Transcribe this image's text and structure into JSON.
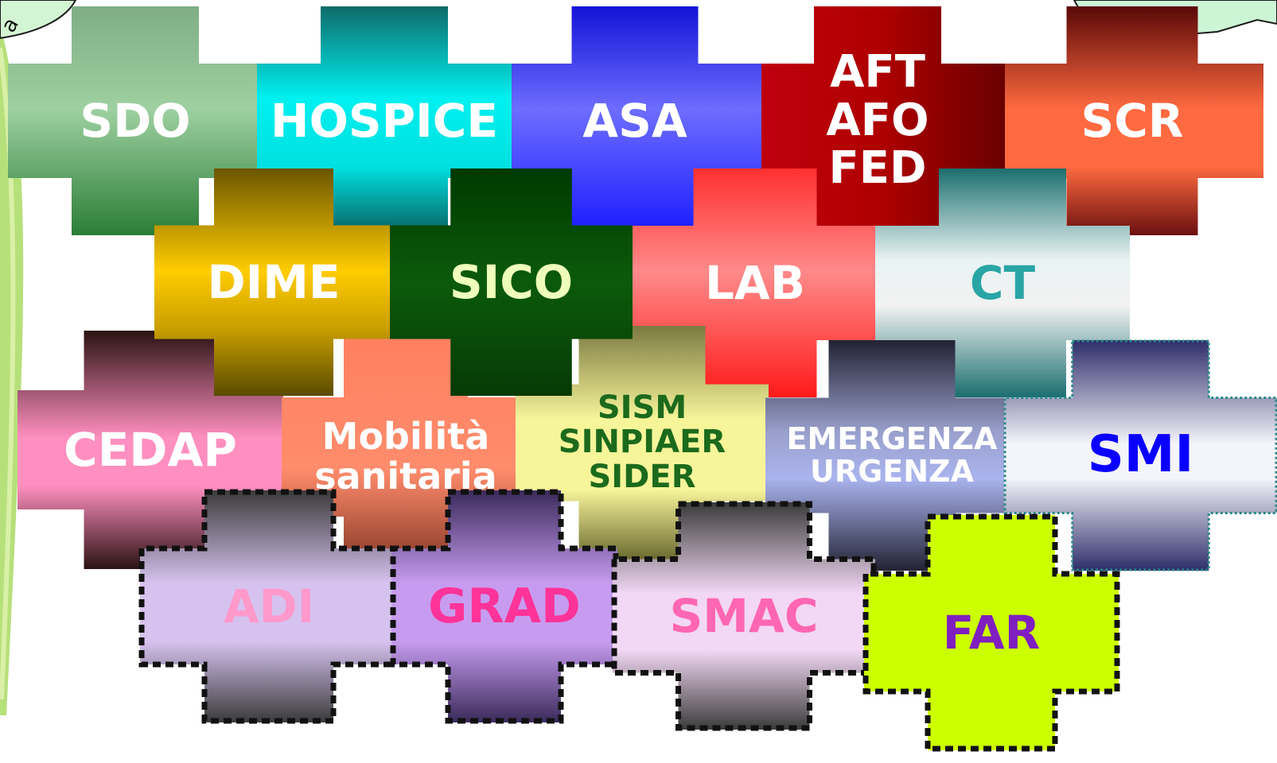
{
  "corner_text": "a",
  "crosses": [
    {
      "id": "sdo",
      "lines": [
        "SDO"
      ],
      "bg": "linear-gradient(180deg,#7fae86 0%,#9ed0a1 45%,#2a7d35 100%)",
      "color": "#ffffff",
      "size": 58
    },
    {
      "id": "hospice",
      "lines": [
        "HOSPICE"
      ],
      "bg": "linear-gradient(180deg,#0e6b6a 0%,#00f0f0 40%,#00e0e0 70%,#0a6060 100%)",
      "color": "#ffffff",
      "size": 58
    },
    {
      "id": "asa",
      "lines": [
        "ASA"
      ],
      "bg": "linear-gradient(180deg,#1313d8 0%,#6d6dff 45%,#1a1aff 100%)",
      "color": "#ffffff",
      "size": 58
    },
    {
      "id": "aft",
      "lines": [
        "AFT",
        "AFO",
        "FED"
      ],
      "bg": "linear-gradient(90deg,#c00010 0%,#b00000 50%,#6a0000 100%)",
      "color": "#ffffff",
      "size": 56
    },
    {
      "id": "scr",
      "lines": [
        "SCR"
      ],
      "bg": "linear-gradient(180deg,#5a0808 0%,#ff6a40 45%,#ff6a40 70%,#6a1010 100%)",
      "color": "#ffffff",
      "size": 58
    },
    {
      "id": "lab",
      "lines": [
        "LAB"
      ],
      "bg": "linear-gradient(180deg,#ff3030 0%,#ff8a8a 45%,#ff1a1a 100%)",
      "color": "#ffffff",
      "size": 58
    },
    {
      "id": "ct",
      "lines": [
        "CT"
      ],
      "bg": "linear-gradient(180deg,#1c6e6e 0%,#e9f3f3 40%,#f2f2f2 60%,#1a6e6e 100%)",
      "color": "#2aa5a5",
      "size": 58
    },
    {
      "id": "dime",
      "lines": [
        "DIME"
      ],
      "bg": "linear-gradient(180deg,#6a5500 0%,#ffcc00 45%,#caa000 70%,#5a4b00 100%)",
      "color": "#ffffff",
      "size": 58
    },
    {
      "id": "sico",
      "lines": [
        "SICO"
      ],
      "bg": "linear-gradient(180deg,#003a00 0%,#0b5a0b 50%,#063a06 100%)",
      "color": "#eeffbb",
      "size": 58
    },
    {
      "id": "cedap",
      "lines": [
        "CEDAP"
      ],
      "bg": "linear-gradient(180deg,#2a1212 0%,#ff8fc0 45%,#ff8fc0 65%,#2a1212 100%)",
      "color": "#ffffff",
      "size": 58
    },
    {
      "id": "mobilita",
      "lines": [
        "Mobilità",
        "sanitaria"
      ],
      "bg": "linear-gradient(180deg,#ff8060 0%,#ff8c6c 55%,#7a3020 100%)",
      "color": "#ffffff",
      "size": 46
    },
    {
      "id": "sism",
      "lines": [
        "SISM",
        "SINPIAER",
        "SIDER"
      ],
      "bg": "linear-gradient(180deg,#7a7a40 0%,#f7f59a 40%,#f7f59a 70%,#6a6a30 100%)",
      "color": "#1c6a1c",
      "size": 40
    },
    {
      "id": "emergenza",
      "lines": [
        "EMERGENZA",
        "URGENZA"
      ],
      "bg": "linear-gradient(180deg,#222233 0%,#9aa0cc 40%,#aab4ee 60%,#222233 100%)",
      "color": "#ffffff",
      "size": 38
    },
    {
      "id": "smi",
      "lines": [
        "SMI"
      ],
      "bg": "linear-gradient(180deg,#2d2d6a 0%,#f4f4fb 45%,#f4f4fb 60%,#2d2d6a 100%)",
      "color": "#0a00ff",
      "size": 64
    },
    {
      "id": "adi",
      "lines": [
        "ADI"
      ],
      "bg": "linear-gradient(180deg,#3a3a3a 0%,#d6c2ef 40%,#d6c2ef 65%,#3a3a3a 100%)",
      "color": "#ff99cc",
      "size": 58
    },
    {
      "id": "grad",
      "lines": [
        "GRAD"
      ],
      "bg": "linear-gradient(180deg,#3a2a5a 0%,#c79cf0 40%,#c79cf0 65%,#3a2a5a 100%)",
      "color": "#ff3399",
      "size": 60
    },
    {
      "id": "smac",
      "lines": [
        "SMAC"
      ],
      "bg": "linear-gradient(180deg,#3a3a3a 0%,#f2d8f4 40%,#f2d8f4 65%,#3a3a3a 100%)",
      "color": "#ff66b3",
      "size": 58
    },
    {
      "id": "far",
      "lines": [
        "FAR"
      ],
      "bg": "linear-gradient(180deg,#ccff00 0%,#ccff00 100%)",
      "color": "#7f1fbf",
      "size": 58
    }
  ]
}
